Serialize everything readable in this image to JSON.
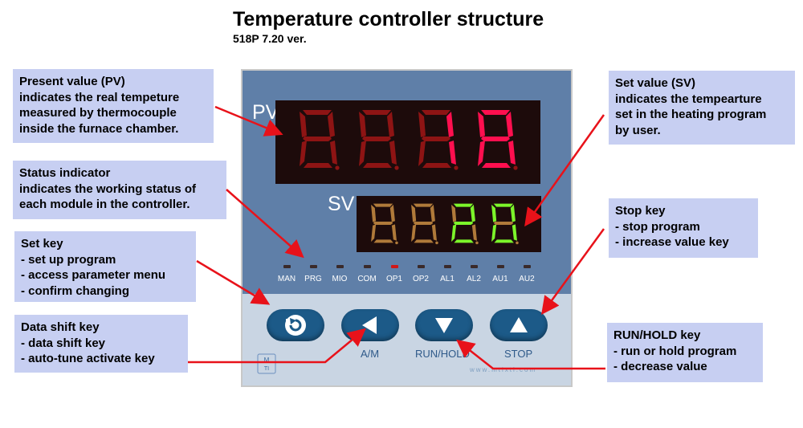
{
  "title": "Temperature controller structure",
  "subtitle": "518P 7.20 ver.",
  "callouts": {
    "pv": [
      "Present value (PV)",
      "indicates the real tempeture",
      "measured by thermocouple",
      "inside the furnace chamber."
    ],
    "status": [
      "Status  indicator",
      "indicates the working status of",
      "each module in the controller."
    ],
    "set": [
      "Set key",
      "- set up program",
      "- access parameter menu",
      "- confirm changing"
    ],
    "shift": [
      "Data shift key",
      "- data shift key",
      "- auto-tune activate key"
    ],
    "sv": [
      "Set value (SV)",
      "indicates the tempearture",
      "set in the heating program",
      "by user."
    ],
    "stop": [
      "Stop key",
      "- stop program",
      "- increase value key"
    ],
    "run": [
      "RUN/HOLD key",
      "- run or hold program",
      "- decrease value"
    ]
  },
  "device": {
    "pv_label": "PV",
    "sv_label": "SV",
    "pv_digits": [
      "8",
      "8",
      "1",
      "8"
    ],
    "sv_digits": [
      "8",
      "8",
      "2",
      "0"
    ],
    "pv_colors": {
      "lit": "#ff0f4f",
      "dim": "#8e1414"
    },
    "sv_colors": {
      "lit": "#7cf52a",
      "dim": "#b07a3a"
    },
    "leds": [
      "MAN",
      "PRG",
      "MIO",
      "COM",
      "OP1",
      "OP2",
      "AL1",
      "AL2",
      "AU1",
      "AU2"
    ],
    "keys": [
      {
        "icon": "refresh-icon",
        "label": ""
      },
      {
        "icon": "triangle-left-icon",
        "label": "A/M"
      },
      {
        "icon": "triangle-down-icon",
        "label": "RUN/HOLD"
      },
      {
        "icon": "triangle-up-icon",
        "label": "STOP"
      }
    ],
    "url": "www.mtixtl.com",
    "logo_text": "MTI"
  },
  "colors": {
    "callout_bg": "#c7cff2",
    "device_body": "#5f7fa8",
    "arrow": "#e8121a",
    "key": "#1c5a88"
  }
}
